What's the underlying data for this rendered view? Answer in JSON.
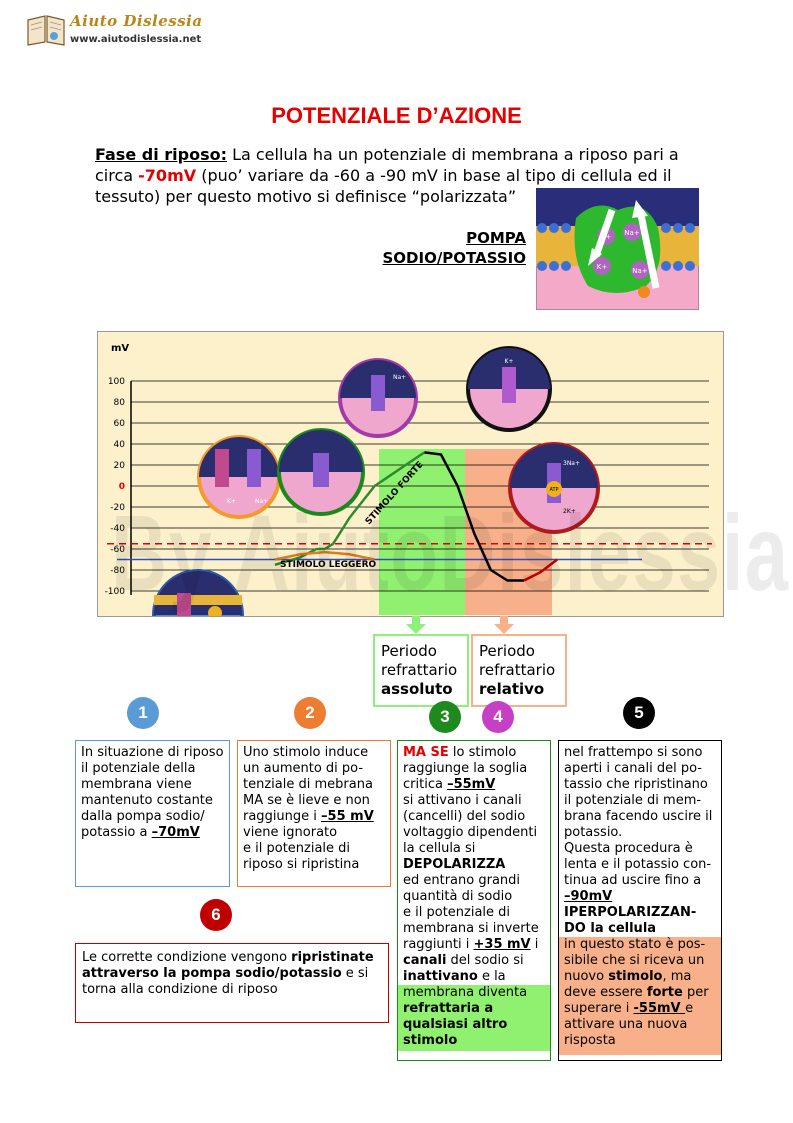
{
  "header": {
    "logo_name": "Aiuto Dislessia",
    "logo_url": "www.aiutodislessia.net"
  },
  "title": "POTENZIALE D’AZIONE",
  "intro": {
    "label": "Fase di riposo:",
    "text1": " La cellula ha un potenziale di membrana a riposo pari a circa ",
    "value": "-70mV",
    "text2": "  (puo’ variare da -60 a -90 mV in base al tipo di cellula ed il tessuto) per questo motivo si   definisce “polarizzata”"
  },
  "pompa": {
    "line1": "POMPA",
    "line2": "SODIO/POTASSIO"
  },
  "pump_ions": {
    "k1": "K+",
    "na1": "Na+",
    "k2": "K+",
    "na2": "Na+"
  },
  "watermark": "By AiutoDislessia.net",
  "chart_data": {
    "type": "line",
    "ylabel": "mV",
    "yticks": [
      "100",
      "80",
      "60",
      "40",
      "20",
      "0",
      "-20",
      "-40",
      "-60",
      "-80",
      "-100"
    ],
    "threshold_mV": -55,
    "resting_mV": -70,
    "labels": {
      "forte": "STIMOLO FORTE",
      "leggero": "STIMOLO LEGGERO"
    },
    "series": [
      {
        "x": [
          0,
          0.3,
          0.5,
          0.6,
          0.7,
          0.9,
          1.2,
          1.8
        ],
        "y": [
          -75,
          -68,
          -60,
          -60,
          -55,
          -30,
          0,
          32
        ]
      },
      {
        "x": [
          1.8,
          2.0,
          2.2,
          2.4,
          2.6,
          2.8,
          3.0
        ],
        "y": [
          32,
          30,
          0,
          -45,
          -80,
          -90,
          -90
        ]
      },
      {
        "x": [
          3.0,
          3.2,
          3.4
        ],
        "y": [
          -90,
          -82,
          -70
        ]
      },
      {
        "x": [
          0,
          0.3,
          0.6,
          0.9,
          1.2
        ],
        "y": [
          -70,
          -65,
          -63,
          -65,
          -70
        ]
      }
    ],
    "circle_labels": {
      "c1a": "K+",
      "c1b": "Na+",
      "c4": "Na+",
      "c5": "K+",
      "c6a": "3Na+",
      "c6b": "ATP",
      "c6c": "2K+"
    }
  },
  "periods": {
    "assoluto": {
      "l1": "Periodo",
      "l2": "refrattario",
      "l3": "assoluto"
    },
    "relativo": {
      "l1": "Periodo",
      "l2": "refrattario",
      "l3": "relativo"
    }
  },
  "steps": {
    "n1": "1",
    "n2": "2",
    "n3": "3",
    "n4": "4",
    "n5": "5",
    "n6": "6",
    "b1": {
      "t1": "In situazione di riposo",
      "t2": "il potenziale della membrana viene mantenuto costante dalla pompa sodio/ potassio a ",
      "v": "–70mV"
    },
    "b2": {
      "t1": "Uno stimolo induce un aumento di po-tenziale di mebrana MA se è lieve e non raggiunge i ",
      "v": "–55 mV",
      "t2": " viene ignorato",
      "t3": "e il potenziale di riposo si ripristina"
    },
    "b3": {
      "ma": "MA SE",
      "t1": " lo stimolo raggiunge la soglia critica ",
      "v1": "–55mV",
      "t2": "si attivano i canali (cancelli) del sodio voltaggio dipendenti la cellula si",
      "dep": "DEPOLARIZZA",
      "t3": "ed entrano grandi quantità di sodio",
      "t4": "e il potenziale di membrana si inverte raggiunti i ",
      "v2": "+35 mV",
      "t5": " i ",
      "can": "canali",
      "t6": " del sodio si ",
      "ina": "inattivano",
      "t7": " e la",
      "g1": "membrana diventa",
      "g2": "refrattaria a qualsiasi altro stimolo"
    },
    "b5": {
      "t1": "nel frattempo si sono aperti i canali del po-tassio che ripristinano il potenziale di mem-brana facendo uscire il potassio.",
      "t2": "Questa procedura è lenta e il potassio con-tinua ad uscire fino a",
      "v1": "–90mV",
      "hyp": "IPERPOLARIZZAN-DO la cellula",
      "o1": "in questo stato è pos-sibile che si riceva un nuovo ",
      "st": "stimolo",
      "o2": ", ma deve essere ",
      "fo": "forte",
      "o3": " per superare i ",
      "v2": "-55mV ",
      "o4": "e attivare una nuova risposta"
    },
    "b6": {
      "t1": "Le corrette condizione vengono ",
      "b": "ripristinate attraverso la pompa sodio/potassio",
      "t2": " e si torna alla condizione di riposo"
    }
  },
  "colors": {
    "title": "#e60000",
    "step1": "#5b9bd5",
    "step2": "#ed7d31",
    "step3": "#1e8a1e",
    "step4": "#c640c6",
    "step5": "#000000",
    "step6": "#c00000",
    "green_band": "#90f070",
    "salmon_band": "#f7b08a"
  }
}
